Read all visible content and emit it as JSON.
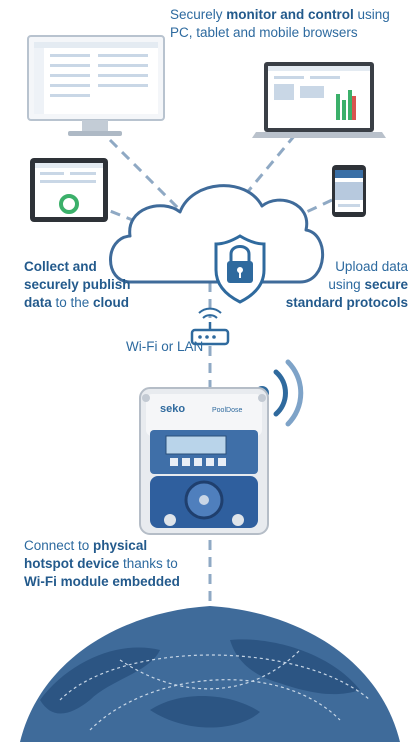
{
  "texts": {
    "top": {
      "line1_a": "Securely ",
      "line1_b": "monitor and control",
      "line1_c": " using",
      "line2": "PC, tablet and mobile browsers"
    },
    "left": {
      "line1": "Collect and",
      "line2": "securely publish",
      "line3_a": "data",
      "line3_b": " to the ",
      "line3_c": "cloud"
    },
    "right": {
      "line1": "Upload data",
      "line2_a": "using ",
      "line2_b": "secure",
      "line3": "standard protocols"
    },
    "wifi": "Wi-Fi or LAN",
    "bottom": {
      "line1_a": "Connect to ",
      "line1_b": "physical",
      "line2_a": "hotspot device",
      "line2_b": " thanks to",
      "line3": "Wi-Fi module embedded"
    },
    "device_brand": "seko",
    "device_model": "PoolDose"
  },
  "icons": [
    "desktop-monitor-icon",
    "laptop-icon",
    "tablet-icon",
    "smartphone-icon",
    "cloud-icon",
    "padlock-shield-icon",
    "wifi-router-icon",
    "wireless-signal-icon",
    "pump-device-icon",
    "globe-icon"
  ],
  "colors": {
    "primary": "#2f6a9e",
    "dark": "#1e4f80",
    "dash": "#8fa9c4",
    "globe": "#3f6b9a"
  }
}
